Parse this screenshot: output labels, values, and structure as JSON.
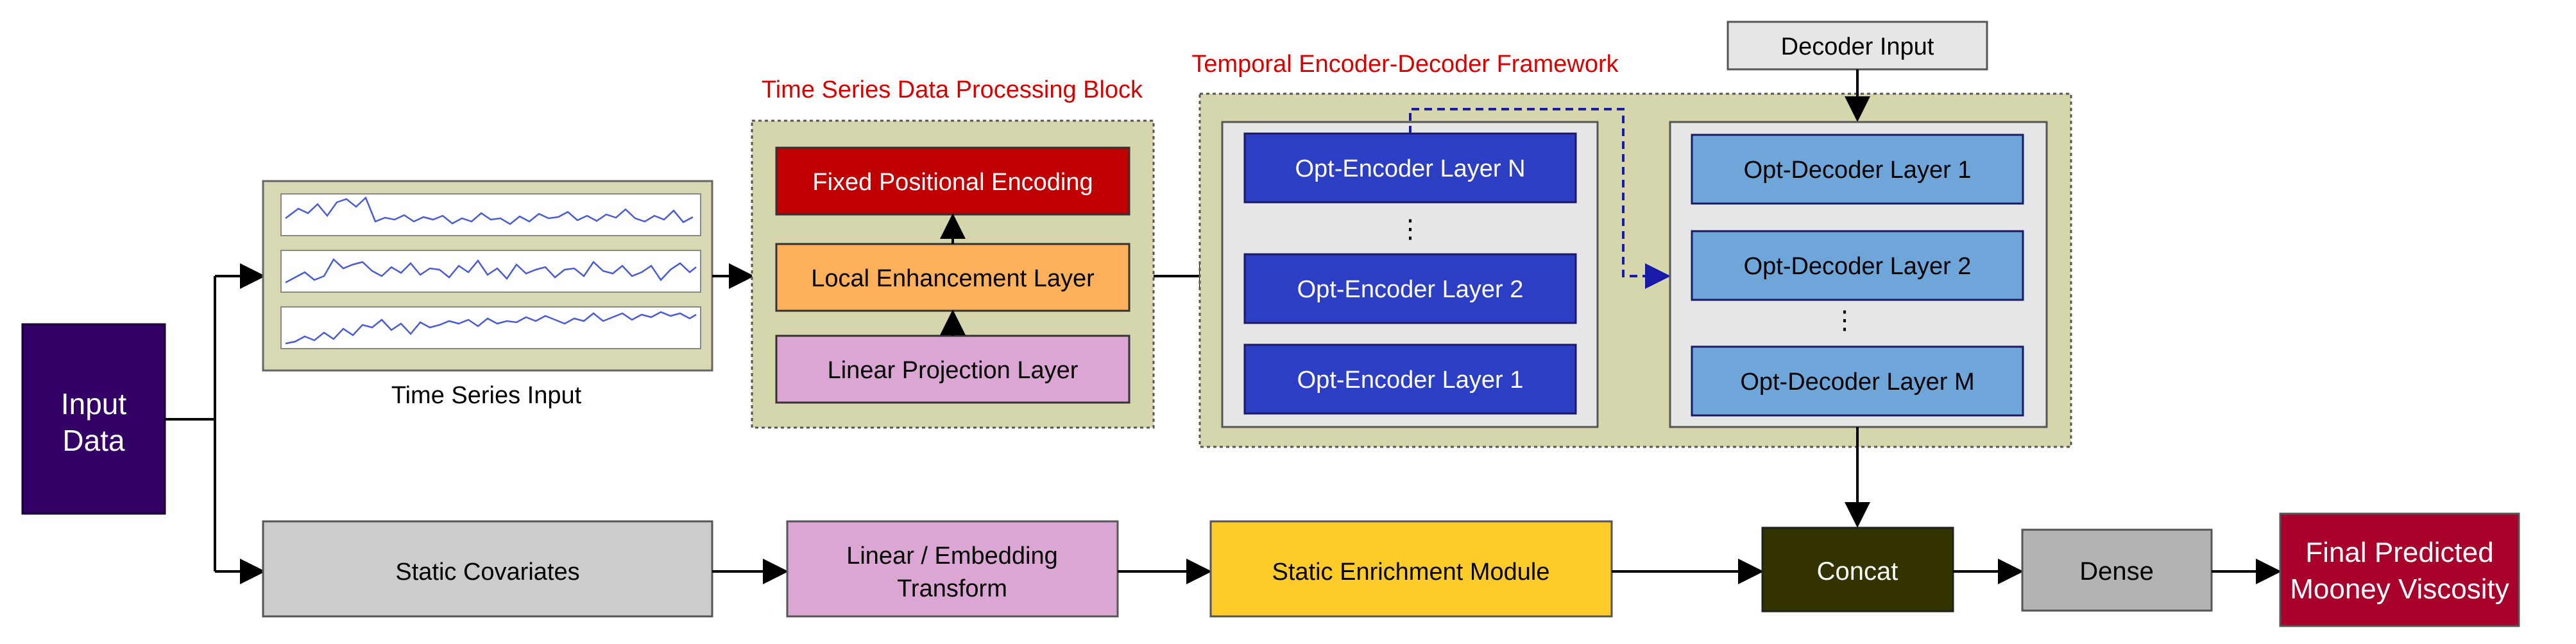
{
  "input": {
    "line1": "Input",
    "line2": "Data"
  },
  "time_series": {
    "caption": "Time Series Input"
  },
  "processing_block": {
    "title": "Time Series Data Processing Block",
    "fixed_positional": "Fixed Positional Encoding",
    "local_enhancement": "Local Enhancement Layer",
    "linear_projection": "Linear Projection Layer"
  },
  "framework": {
    "title": "Temporal Encoder-Decoder Framework",
    "decoder_input": "Decoder Input",
    "encoder_n": "Opt-Encoder Layer N",
    "encoder_2": "Opt-Encoder Layer 2",
    "encoder_1": "Opt-Encoder Layer 1",
    "encoder_dots": "⋮",
    "decoder_1": "Opt-Decoder Layer 1",
    "decoder_2": "Opt-Decoder Layer 2",
    "decoder_m": "Opt-Decoder Layer M",
    "decoder_dots": "⋮"
  },
  "static_path": {
    "static_covariates": "Static Covariates",
    "linear_embedding_1": "Linear / Embedding",
    "linear_embedding_2": "Transform",
    "static_enrichment": "Static Enrichment Module",
    "concat": "Concat",
    "dense": "Dense",
    "final_1": "Final Predicted",
    "final_2": "Mooney Viscosity"
  },
  "colors": {
    "input_fill": "#330066",
    "block_bg": "#d6d6ad",
    "red_fill": "#c00000",
    "orange_fill": "#ffb05a",
    "pink_fill": "#dba6d3",
    "encoder_fill": "#2c3fc4",
    "decoder_fill": "#6fa6d9",
    "panel_gray": "#e6e6e6",
    "static_gray": "#cccccc",
    "enrich_yellow": "#ffcb29",
    "concat_fill": "#333300",
    "dense_gray": "#b3b3b3",
    "final_fill": "#a8002a",
    "title_red": "#d90000",
    "dash_blue": "#1a1aa8"
  },
  "icons": {
    "time_series_plot": "line-chart-icon"
  }
}
